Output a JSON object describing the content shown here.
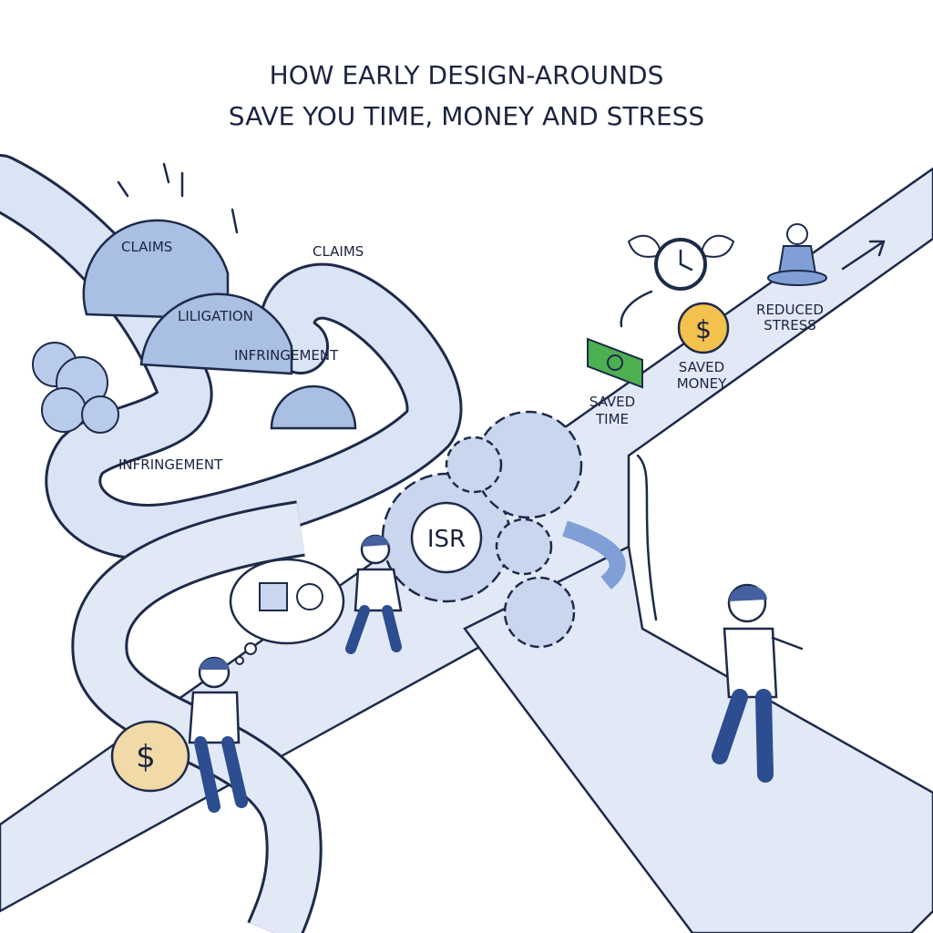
{
  "title": {
    "line1": "HOW EARLY DESIGN-AROUNDS",
    "line2": "SAVE YOU TIME, MONEY AND STRESS"
  },
  "obstacles": {
    "boulder_claims": "CLAIMS",
    "road_claims": "CLAIMS",
    "boulder_litigation": "LILIGATION",
    "infringement_upper": "INFRINGEMENT",
    "infringement_lower": "INFRINGEMENT"
  },
  "gear_label": "ISR",
  "benefits": {
    "saved_time": [
      "SAVED",
      "TIME"
    ],
    "saved_money": [
      "SAVED",
      "MONEY"
    ],
    "reduced_stress": [
      "REDUCED",
      "STRESS"
    ]
  },
  "money_bag_symbol": "$",
  "coin_symbol": "$",
  "colors": {
    "ink": "#1d2a4a",
    "road": "#e2e9f6",
    "boulder": "#a9bfe3",
    "coin": "#f2c14e",
    "cash": "#4caf50",
    "bag": "#f1d9a8"
  }
}
